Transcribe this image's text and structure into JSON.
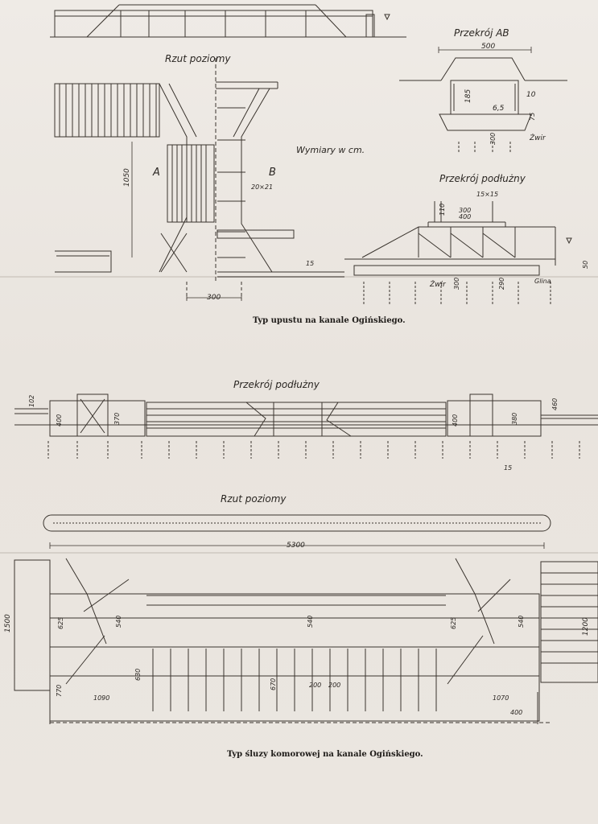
{
  "top_sheet": {
    "plan_title": "Rzut poziomy",
    "section_ab_title": "Przekrój AB",
    "longitudinal_title": "Przekrój podłużny",
    "units_note": "Wymiary w cm.",
    "caption": "Typ upustu na kanale Ogińskiego.",
    "marks": {
      "a": "A",
      "b": "B"
    },
    "dims": {
      "width_500": "500",
      "d185": "185",
      "d65": "6,5",
      "d10": "10",
      "d75": "75",
      "d300v": "300",
      "zwir_1": "Żwir",
      "length_1050": "1050",
      "beam_20x21": "20×21",
      "d15": "15",
      "d300h": "300",
      "beam_15x15": "15×15",
      "d110": "110",
      "d300a": "300",
      "d400": "400",
      "zwir_2": "Żwir",
      "d300b": "300",
      "d290": "290",
      "glina": "Glina",
      "d50": "50"
    }
  },
  "bottom_sheet": {
    "longitudinal_title": "Przekrój podłużny",
    "plan_title": "Rzut poziomy",
    "caption": "Typ śluzy komorowej na kanale Ogińskiego.",
    "dims": {
      "d102": "102",
      "d400l": "400",
      "d370": "370",
      "d400r": "400",
      "d380": "380",
      "d460": "460",
      "d15": "15",
      "length_5300": "5300",
      "width_1500": "1500",
      "d625l": "625",
      "d540l": "540",
      "d540m": "540",
      "d625r": "625",
      "d540r": "540",
      "d1200": "1200",
      "d630": "630",
      "d670": "670",
      "d200a": "200",
      "d200b": "200",
      "d770": "770",
      "d1090": "1090",
      "d1070": "1070",
      "d400b": "400"
    }
  }
}
